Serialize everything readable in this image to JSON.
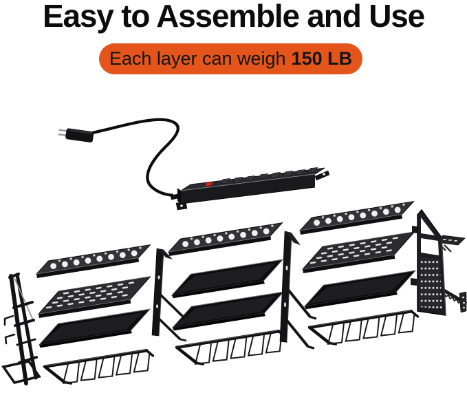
{
  "page": {
    "background_color": "#ffffff"
  },
  "headline": {
    "text": "Easy to Assemble and Use",
    "color": "#0c0c0c"
  },
  "badge": {
    "prefix": "Each layer can weigh",
    "weight_value": "150 LB",
    "background_color": "#e4551c",
    "text_color": "#141414"
  },
  "illustration": {
    "power_strip": {
      "label": "mountable-power-strip",
      "outlets": 8,
      "has_power_switch": true,
      "switch_color": "#c8291d",
      "body_color": "#1a1a1d",
      "plug": "3-prong-plug"
    },
    "organizer": {
      "label": "exploded-tool-organizer-rack",
      "sections": 3,
      "wall_brackets": 2,
      "hooks_per_rail": 5,
      "side_panels": [
        "slim-side-frame",
        "pegboard-side-panel"
      ],
      "layer_parts": [
        "drill-holder-strip",
        "slotted-shelf",
        "flat-tray",
        "hook-rail"
      ],
      "metal_color": "#1b1b1e"
    }
  }
}
